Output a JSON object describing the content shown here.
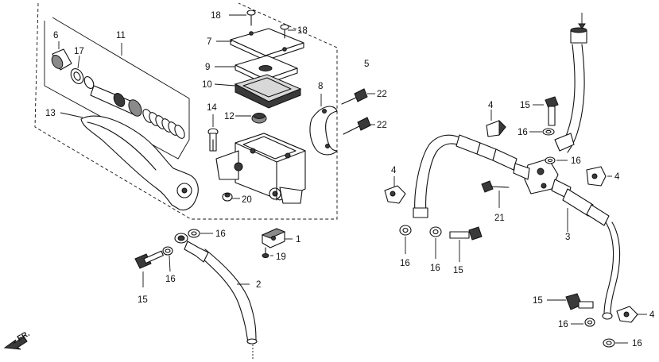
{
  "colors": {
    "line": "#111111",
    "shade_dark": "#3a3a3a",
    "shade_mid": "#8a8a8a",
    "shade_light": "#d8d8d8",
    "background": "#ffffff"
  },
  "direction_label": "FR.",
  "callouts": {
    "p1": "1",
    "p2": "2",
    "p3": "3",
    "p4a": "4",
    "p4b": "4",
    "p4c": "4",
    "p4d": "4",
    "p5": "5",
    "p6": "6",
    "p7": "7",
    "p8": "8",
    "p9": "9",
    "p10": "10",
    "p11": "11",
    "p12": "12",
    "p13": "13",
    "p14": "14",
    "p15a": "15",
    "p15b": "15",
    "p15c": "15",
    "p15d": "15",
    "p16a": "16",
    "p16b": "16",
    "p16c": "16",
    "p16d": "16",
    "p16e": "16",
    "p16f": "16",
    "p16g": "16",
    "p16h": "16",
    "p17": "17",
    "p18a": "18",
    "p18b": "18",
    "p19": "19",
    "p20": "20",
    "p21": "21",
    "p22a": "22",
    "p22b": "22"
  }
}
